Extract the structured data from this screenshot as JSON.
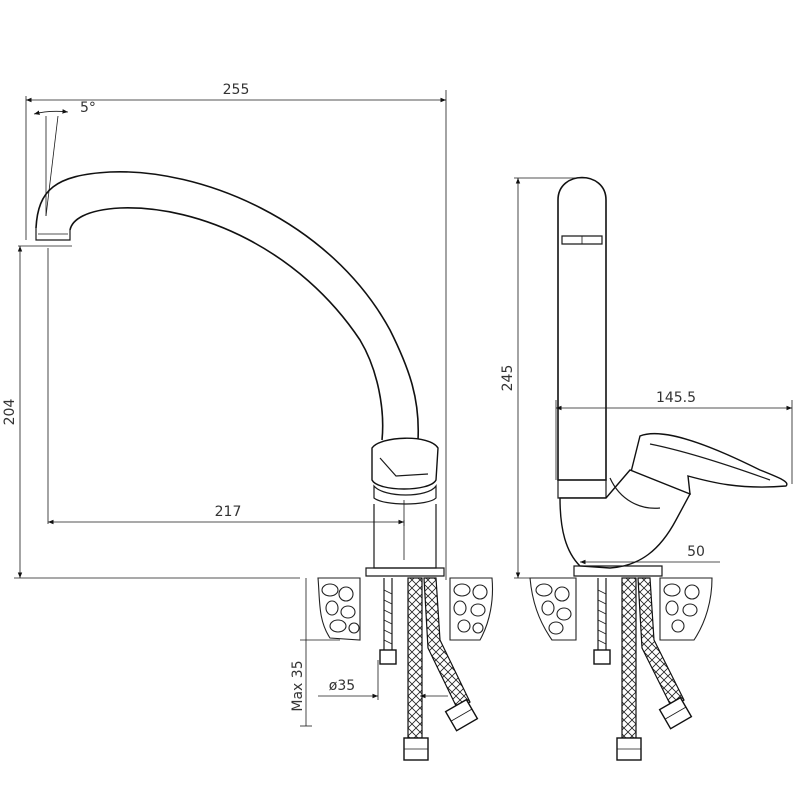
{
  "dimensions": {
    "overall_width": "255",
    "spout_angle": "5°",
    "spout_height": "204",
    "spout_reach": "217",
    "total_height": "245",
    "lever_length": "145.5",
    "base_diameter": "50",
    "hole_diameter": "ø35",
    "max_counter_thickness": "Max 35"
  }
}
